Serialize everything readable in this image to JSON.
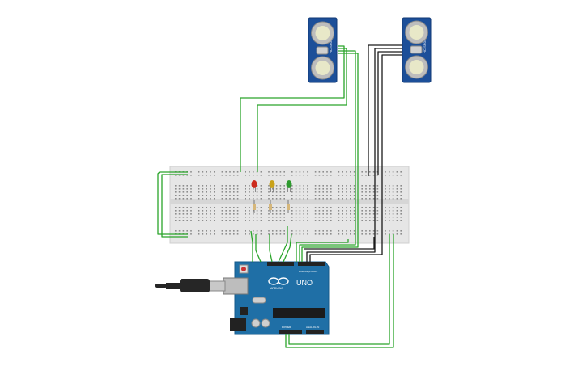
{
  "board": {
    "logo_text": "UNO",
    "brand_text": "ARDUINO",
    "digital_label": "DIGITAL (PWM~)",
    "analog_label": "ANALOG IN",
    "power_label": "POWER"
  },
  "sensor_left": {
    "model_text": "HC-SR04"
  },
  "sensor_right": {
    "model_text": "HC-SR04"
  },
  "leds": [
    {
      "name": "red-led",
      "color": "#cc2b1d"
    },
    {
      "name": "yellow-led",
      "color": "#c9a21a"
    },
    {
      "name": "green-led",
      "color": "#2e9a2e"
    }
  ],
  "colors": {
    "wire_green": "#2aa52a",
    "wire_black": "#1a1a1a",
    "board_blue": "#1f6fa6",
    "sensor_blue": "#1c4f99",
    "breadboard": "#e4e4e4"
  }
}
